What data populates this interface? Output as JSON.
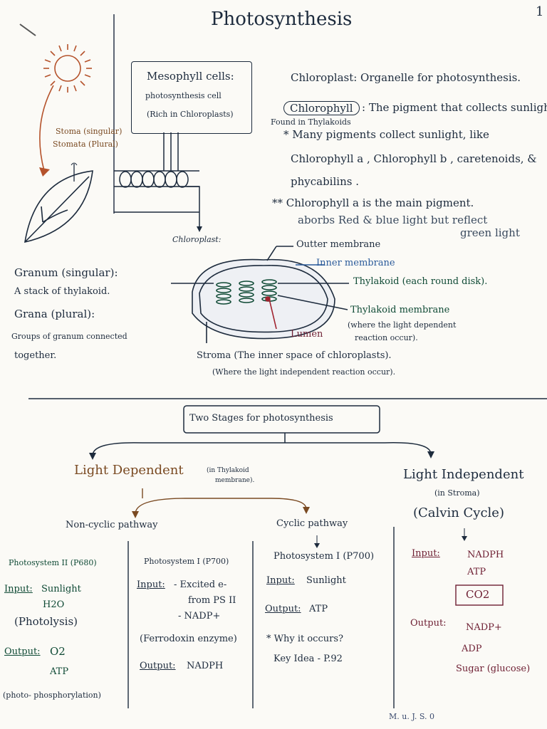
{
  "page_number": "1",
  "title": "Photosynthesis",
  "mesophyll": {
    "heading": "Mesophyll cells:",
    "line1": "photosynthesis cell",
    "line2": "(Rich in Chloroplasts)"
  },
  "stoma": {
    "line1": "Stoma (singular)",
    "line2": "Stomata (Plural)"
  },
  "chloroplast_label": "Chloroplast:",
  "notes": {
    "chloroplast_def": "Chloroplast: Organelle for photosynthesis.",
    "chlorophyll_word": "Chlorophyll",
    "chlorophyll_def": ": The pigment that collects sunlight",
    "found_in": "Found in Thylakoids",
    "many_pigments": "* Many pigments collect sunlight, like",
    "pigments_list": "Chlorophyll a , Chlorophyll b , caretenoids, &",
    "phycobilins": "phycabilins .",
    "main_pigment": "** Chlorophyll a is the main pigment.",
    "absorbs": "aborbs Red & blue light but reflect",
    "green_light": "green light"
  },
  "granum": {
    "l1": "Granum (singular):",
    "l2": "A stack of thylakoid.",
    "l3": "Grana (plural):",
    "l4": "Groups of granum connected",
    "l5": "together."
  },
  "diagram_labels": {
    "outer": "Outter membrane",
    "inner": "Inner membrane",
    "thylakoid": "Thylakoid (each round disk).",
    "thylakoid_membrane": "Thylakoid membrane",
    "tm_note1": "(where the light dependent",
    "tm_note2": "reaction occur).",
    "lumen": "Lumen",
    "stroma1": "Stroma (The inner space of chloroplasts).",
    "stroma2": "(Where the light independent reaction occur)."
  },
  "stages": {
    "title": "Two Stages for photosynthesis",
    "light_dependent": "Light Dependent",
    "ld_note1": "(in Thylakoid",
    "ld_note2": "membrane).",
    "light_independent": "Light Independent",
    "li_note": "(in Stroma)",
    "calvin": "(Calvin Cycle)",
    "noncyclic": "Non-cyclic pathway",
    "cyclic": "Cyclic pathway"
  },
  "col1": {
    "title": "Photosystem II (P680)",
    "input_label": "Input:",
    "input1": "Sunlight",
    "input2": "H2O",
    "photolysis": "(Photolysis)",
    "output_label": "Output:",
    "output1": "O2",
    "output2": "ATP",
    "note": "(photo- phosphorylation)"
  },
  "col2": {
    "title": "Photosystem I (P700)",
    "input_label": "Input:",
    "input1": "- Excited e-",
    "input2": "from PS II",
    "input3": "- NADP+",
    "ferredoxin": "(Ferrodoxin enzyme)",
    "output_label": "Output:",
    "output1": "NADPH"
  },
  "col3": {
    "title": "Photosystem I (P700)",
    "input_label": "Input:",
    "input1": "Sunlight",
    "output_label": "Output:",
    "output1": "ATP",
    "why": "* Why it occurs?",
    "key": "Key Idea - P.92"
  },
  "col4": {
    "input_label": "Input:",
    "input1": "NADPH",
    "input2": "ATP",
    "input3": "CO2",
    "output_label": "Output:",
    "output1": "NADP+",
    "output2": "ADP",
    "output3": "Sugar (glucose)"
  },
  "footer_scribble": "M. u. J. S. 0"
}
